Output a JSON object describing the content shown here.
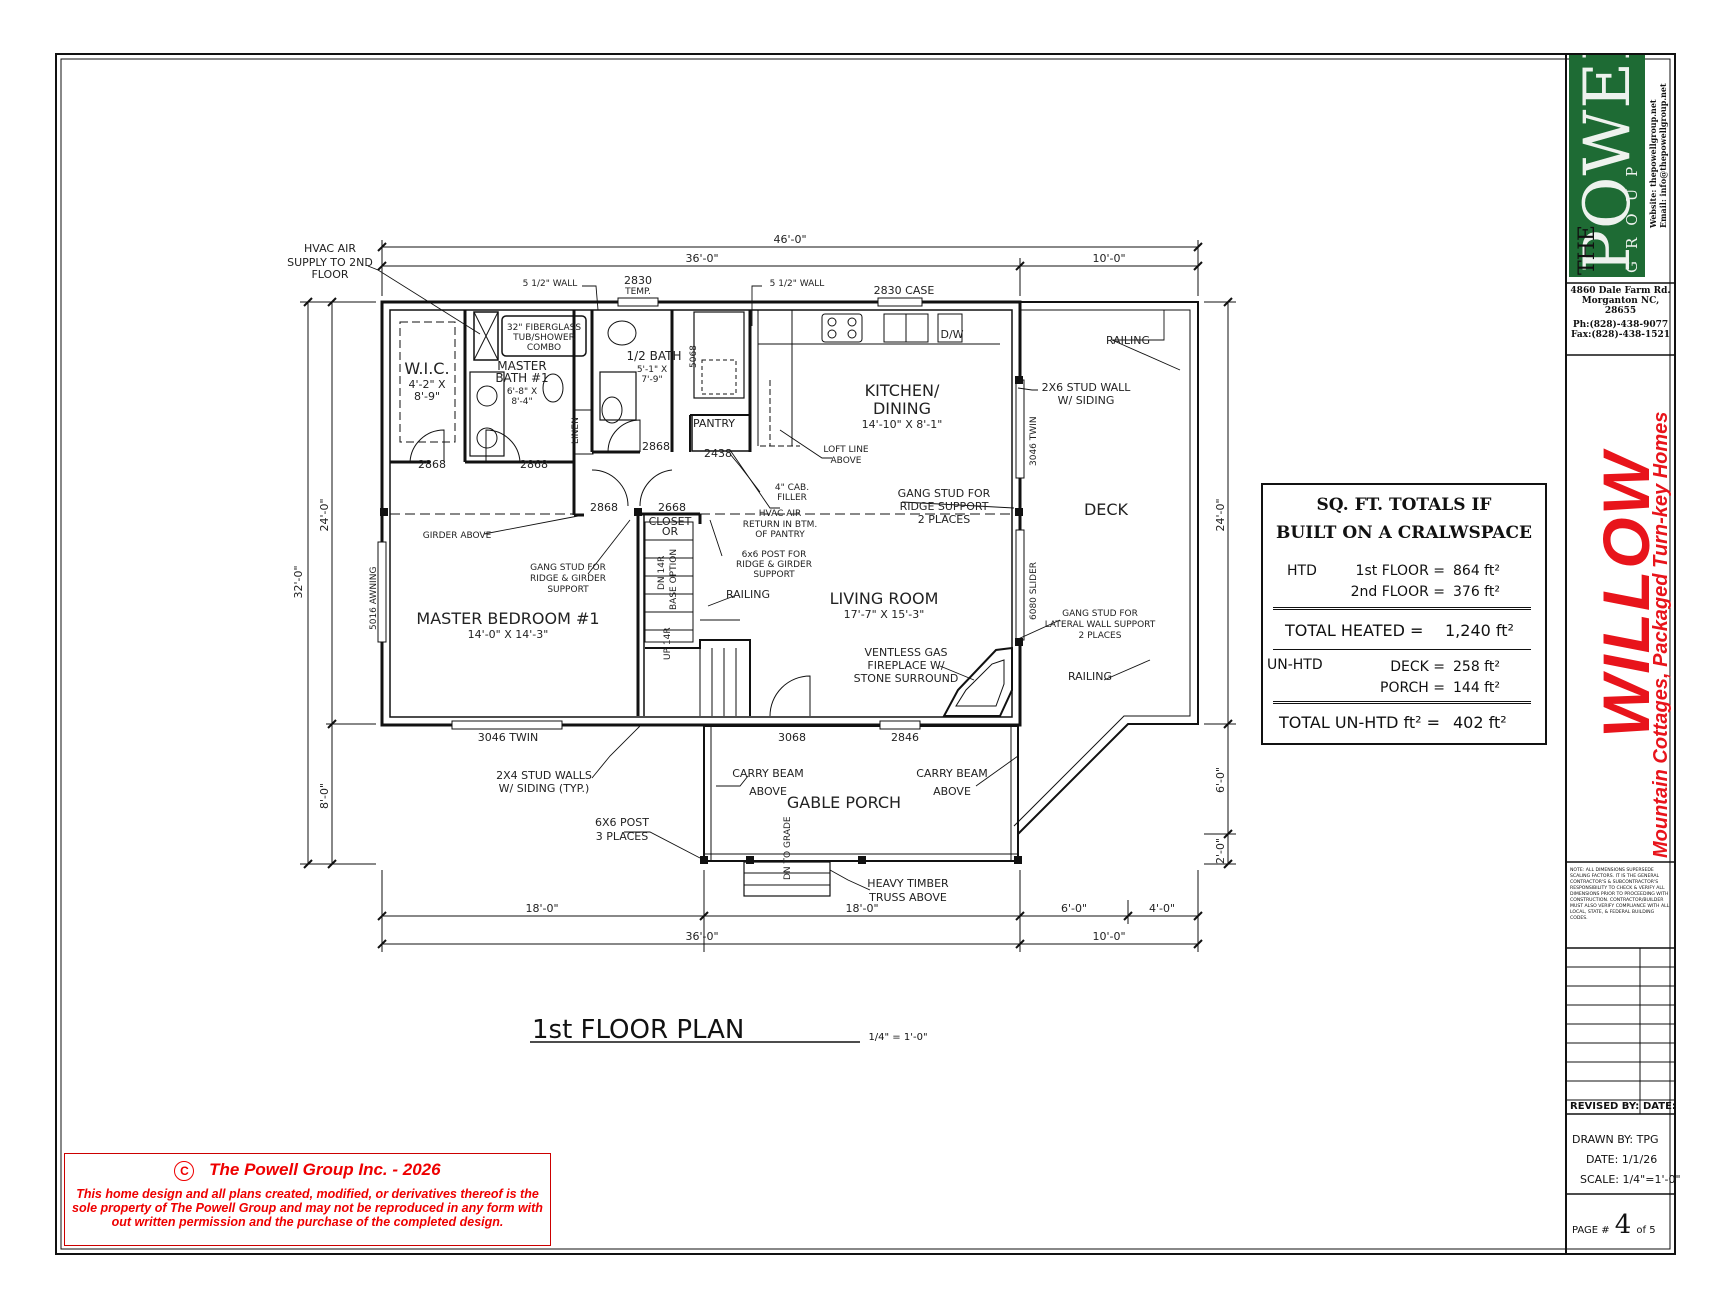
{
  "plan": {
    "title": "1st FLOOR PLAN",
    "scale_note": "1/4\" = 1'-0\""
  },
  "dimensions": {
    "overall_top": "46'-0\"",
    "top_main": "36'-0\"",
    "top_deck": "10'-0\"",
    "left_overall": "32'-0\"",
    "left_upper": "24'-0\"",
    "left_lower": "8'-0\"",
    "right_upper": "24'-0\"",
    "right_mid": "6'-0\"",
    "right_low": "2'-0\"",
    "bottom_left": "18'-0\"",
    "bottom_mid": "18'-0\"",
    "bottom_deck_a": "6'-0\"",
    "bottom_deck_b": "4'-0\"",
    "bottom_overall": "36'-0\"",
    "bottom_deck": "10'-0\""
  },
  "rooms": {
    "wic": "W.I.C.",
    "wic_size_1": "4'-2\" X",
    "wic_size_2": "8'-9\"",
    "master_bath": "MASTER",
    "master_bath_2": "BATH #1",
    "master_bath_size_1": "6'-8\" X",
    "master_bath_size_2": "8'-4\"",
    "half_bath": "1/2 BATH",
    "half_bath_size_1": "5'-1\" X",
    "half_bath_size_2": "7'-9\"",
    "kitchen": "KITCHEN/",
    "kitchen_2": "DINING",
    "kitchen_size": "14'-10\" X 8'-1\"",
    "living": "LIVING ROOM",
    "living_size": "17'-7\" X 15'-3\"",
    "master_bed": "MASTER BEDROOM #1",
    "master_bed_size": "14'-0\" X 14'-3\"",
    "deck": "DECK",
    "porch": "GABLE PORCH",
    "pantry": "PANTRY",
    "linen": "LINEN",
    "closet": "CLOSET",
    "closet_2": "OR"
  },
  "notes": {
    "hvac_supply_1": "HVAC AIR",
    "hvac_supply_2": "SUPPLY TO 2ND",
    "hvac_supply_3": "FLOOR",
    "wall_512_a": "5 1/2\" WALL",
    "wall_512_b": "5 1/2\" WALL",
    "temp_window_1": "2830",
    "temp_window_2": "TEMP.",
    "case_window": "2830 CASE",
    "tub_1": "32\" FIBERGLASS",
    "tub_2": "TUB/SHOWER",
    "tub_3": "COMBO",
    "dw": "D/W",
    "railing_top": "RAILING",
    "stud_wall_1": "2X6 STUD WALL",
    "stud_wall_2": "W/ SIDING",
    "twin_right": "3046 TWIN",
    "loft_1": "LOFT LINE",
    "loft_2": "ABOVE",
    "cab_1": "4\" CAB.",
    "cab_2": "FILLER",
    "hvac_return_1": "HVAC AIR",
    "hvac_return_2": "RETURN IN BTM.",
    "hvac_return_3": "OF PANTRY",
    "gang_ridge_1": "GANG STUD FOR",
    "gang_ridge_2": "RIDGE SUPPORT",
    "gang_ridge_3": "2 PLACES",
    "girder_above": "GIRDER ABOVE",
    "gang_girder_1": "GANG STUD FOR",
    "gang_girder_2": "RIDGE & GIRDER",
    "gang_girder_3": "SUPPORT",
    "post_6x6_1": "6x6 POST FOR",
    "post_6x6_2": "RIDGE & GIRDER",
    "post_6x6_3": "SUPPORT",
    "railing_stair": "RAILING",
    "slider": "6080 SLIDER",
    "gang_lateral_1": "GANG STUD FOR",
    "gang_lateral_2": "LATERAL WALL SUPPORT",
    "gang_lateral_3": "2 PLACES",
    "fireplace_1": "VENTLESS GAS",
    "fireplace_2": "FIREPLACE W/",
    "fireplace_3": "STONE SURROUND",
    "railing_deck": "RAILING",
    "awning": "5016 AWNING",
    "door_2868_a": "2868",
    "door_2868_b": "2868",
    "door_2868_c": "2868",
    "door_2868_d": "2868",
    "door_2868_e": "2668",
    "door_2438": "2438",
    "door_5068": "5068",
    "twin_bottom": "3046 TWIN",
    "door_3068": "3068",
    "window_2846": "2846",
    "stud_walls_1": "2X4 STUD WALLS",
    "stud_walls_2": "W/ SIDING (TYP.)",
    "carry_beam_l1": "CARRY BEAM",
    "carry_beam_l2": "ABOVE",
    "carry_beam_r1": "CARRY BEAM",
    "carry_beam_r2": "ABOVE",
    "post_1": "6X6 POST",
    "post_2": "3 PLACES",
    "timber_1": "HEAVY TIMBER",
    "timber_2": "TRUSS ABOVE",
    "stair_dn": "DN 14R",
    "stair_up": "UP 14R",
    "stair_basement": "BASE OPTION",
    "stair_dn_grade": "DN TO GRADE"
  },
  "sqft": {
    "title_1": "SQ. FT. TOTALS IF",
    "title_2": "BUILT ON A CRALWSPACE",
    "htd": "HTD",
    "first_floor_label": "1st FLOOR =",
    "first_floor_value": "864 ft²",
    "second_floor_label": "2nd FLOOR =",
    "second_floor_value": "376 ft²",
    "total_heated_label": "TOTAL HEATED =",
    "total_heated_value": "1,240 ft²",
    "unhtd": "UN-HTD",
    "deck_label": "DECK =",
    "deck_value": "258 ft²",
    "porch_label": "PORCH =",
    "porch_value": "144 ft²",
    "total_unhtd_label": "TOTAL UN-HTD ft² =",
    "total_unhtd_value": "402 ft²"
  },
  "copyright": {
    "symbol": "C",
    "heading": "The Powell Group Inc. - 2026",
    "body": "This home design and all plans created, modified, or derivatives thereof is the sole property of The Powell Group and may not be reproduced in any form with out written permission and the purchase of the completed design."
  },
  "title_block": {
    "logo_the": "THE",
    "logo_powell": "POWELL",
    "logo_group": "GROUP",
    "logo_web": "Website: thepowellgroup.net",
    "logo_email": "Email: info@thepowellgroup.net",
    "address_1": "4860 Dale Farm Rd.",
    "address_2": "Morganton NC, 28655",
    "phone": "Ph:(828)-438-9077",
    "fax": "Fax:(828)-438-1521",
    "plan_name": "WILLOW",
    "tagline": "Mountain Cottages, Packaged Turn-key Homes",
    "note": "NOTE: ALL DIMENSIONS SUPERSEDE SCALING FACTORS. IT IS THE GENERAL CONTRACTOR'S & SUBCONTRACTOR'S RESPONSIBILITY TO CHECK & VERIFY ALL DIMENSIONS PRIOR TO PROCEEDING WITH CONSTRUCTION. CONTRACTOR/BUILDER MUST ALSO VERIFY COMPLIANCE WITH ALL LOCAL, STATE, & FEDERAL BUILDING CODES.",
    "revised_by": "REVISED BY:",
    "date_col": "DATE:",
    "drawn_by": "DRAWN BY: TPG",
    "date": "DATE: 1/1/26",
    "scale": "SCALE: 1/4\"=1'-0\"",
    "page_label": "PAGE #",
    "page_num": "4",
    "page_of": "of 5"
  },
  "colors": {
    "logo_green": "#1e6b34",
    "brand_red": "#e8141b",
    "line": "#111111"
  }
}
